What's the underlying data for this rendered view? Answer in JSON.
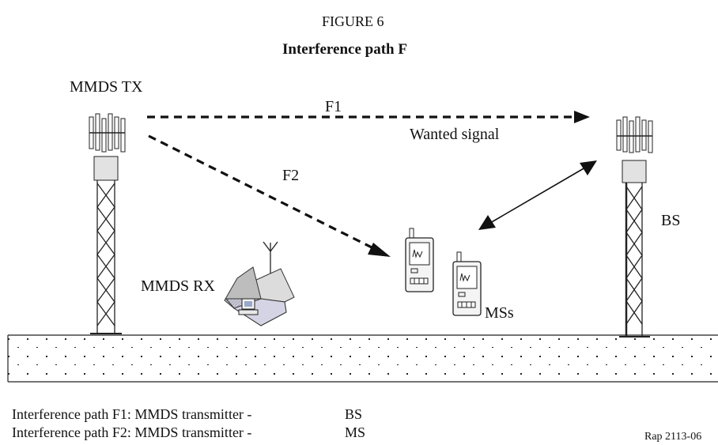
{
  "figure": {
    "title": "FIGURE 6",
    "subtitle": "Interference path F"
  },
  "labels": {
    "mmds_tx": "MMDS TX",
    "f1": "F1",
    "wanted_signal": "Wanted signal",
    "f2": "F2",
    "bs": "BS",
    "mmds_rx": "MMDS RX",
    "mss": "MSs"
  },
  "legend": {
    "line1_name": "Interference path F1: MMDS transmitter -",
    "line1_target": "BS",
    "line2_name": "Interference path F2: MMDS transmitter -",
    "line2_target": "MS"
  },
  "reference": "Rap 2113-06"
}
